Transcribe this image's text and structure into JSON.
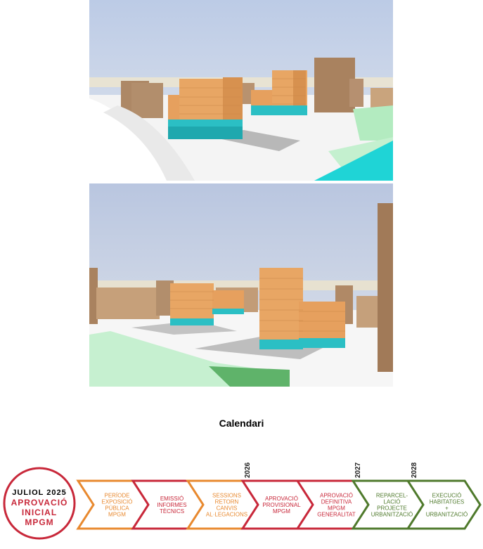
{
  "section_title": "Calendari",
  "milestone": {
    "date": "JULIOL 2025",
    "line1": "APROVACIÓ",
    "line2": "INICIAL",
    "line3": "MPGM"
  },
  "steps": [
    {
      "lines": [
        "PERÍODE",
        "EXPOSICIÓ",
        "PÚBLICA",
        "MPGM"
      ],
      "color": "#e8892f"
    },
    {
      "lines": [
        "EMISSIÓ",
        "INFORMES",
        "TÈCNICS"
      ],
      "color": "#c8283a"
    },
    {
      "lines": [
        "SESSIONS",
        "RETORN",
        "CANVIS",
        "AL·LEGACIONS"
      ],
      "color": "#e8892f"
    },
    {
      "lines": [
        "APROVACIÓ",
        "PROVISIONAL",
        "MPGM"
      ],
      "color": "#c8283a"
    },
    {
      "lines": [
        "APROVACIÓ",
        "DEFINITIVA",
        "MPGM",
        "GENERALITAT"
      ],
      "color": "#c8283a"
    },
    {
      "lines": [
        "REPARCEL-",
        "LACIÓ",
        "PROJECTE",
        "URBANITZACIÓ"
      ],
      "color": "#4f7a2c"
    },
    {
      "lines": [
        "EXECUCIÓ",
        "HABITATGES",
        "+",
        "URBANITZACIÓ"
      ],
      "color": "#4f7a2c"
    }
  ],
  "years": [
    "2026",
    "2027",
    "2028"
  ],
  "colors": {
    "milestone": "#c8283a",
    "sky": "#c9d3e6",
    "building_orange": "#e8a462",
    "building_brown": "#b08966",
    "base_cyan": "#2bbfc4",
    "green_zone": "#a8e6b4"
  }
}
